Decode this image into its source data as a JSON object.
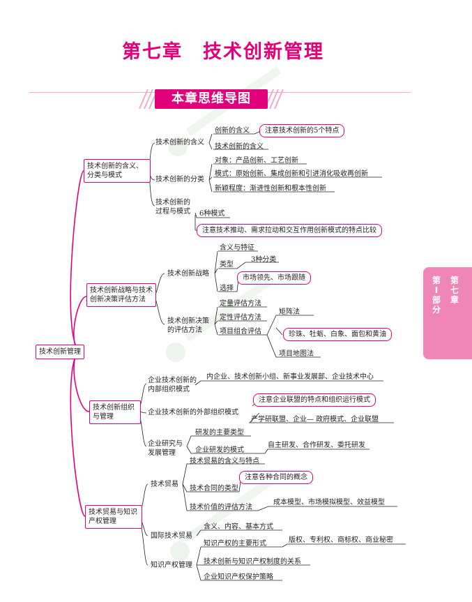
{
  "chapter_title": "第七章　技术创新管理",
  "banner": "本章思维导图",
  "side_tab": {
    "part": "第Ⅰ部分",
    "chapter": "第七章"
  },
  "root": "技术创新管理",
  "branches": {
    "b1": {
      "label": "技术创新的含义、分类与模式",
      "c1": {
        "label": "技术创新的含义",
        "i1": "创新的含义",
        "i2": "技术创新的含义",
        "note": "注意技术创新的5个特点"
      },
      "c2": {
        "label": "技术创新的分类",
        "i1": "对象：产品创新、工艺创新",
        "i2": "模式：原始创新、集成创新和引进消化吸收再创新",
        "i3": "新颖程度：渐进性创新和根本性创新"
      },
      "c3": {
        "label": "技术创新的过程与模式",
        "i1": "6种模式",
        "note": "注意技术推动、需求拉动和交互作用创新模式的特点比较"
      }
    },
    "b2": {
      "label": "技术创新战略与技术创新决策评估方法",
      "c1": {
        "label": "技术创新战略",
        "i1": "含义与特征",
        "i2": "类型",
        "i2a": "3种分类",
        "i3": "选择",
        "note": "市场领先、市场跟随"
      },
      "c2": {
        "label": "技术创新决策的评估方法",
        "i1": "定量评估方法",
        "i2": "定性评估方法",
        "i3": "项目组合评估",
        "i3a": "矩阵法",
        "i3b": "项目地图法",
        "note": "珍珠、牡蛎、白象、面包和黄油"
      }
    },
    "b3": {
      "label": "技术创新组织与管理",
      "c1": {
        "label": "企业技术创新的内部组织模式",
        "i1": "内企业、技术创新小组、新事业发展部、企业技术中心"
      },
      "c2": {
        "label": "企业技术创新的外部组织模式",
        "note": "注意企业联盟的特点和组织运行模式",
        "i1": "产学研联盟、企业— 政府模式、企业联盟"
      },
      "c3": {
        "label": "企业研究与发展管理",
        "i1": "研发的主要类型",
        "i2": "企业研发的模式",
        "i2a": "自主研发、合作研发、委托研发"
      }
    },
    "b4": {
      "label": "技术贸易与知识产权管理",
      "c1": {
        "label": "技术贸易",
        "i1": "技术贸易的含义与特点",
        "i2": "技术合同的类型",
        "note": "注意各种合同的概念",
        "i3": "技术价值的评估方法",
        "i3a": "成本模型、市场模拟模型、效益模型"
      },
      "c2": {
        "label": "国际技术贸易",
        "i1": "含义、内容、基本方式"
      },
      "c3": {
        "label": "知识产权管理",
        "i1": "知识产权的主要形式",
        "i1a": "版权、专利权、商标权、商业秘密",
        "i2": "技术创新与知识产权制度的关系",
        "i3": "企业知识产权保护策略"
      }
    }
  },
  "colors": {
    "accent": "#e2007a",
    "tab": "#ef86b6",
    "text": "#231f20"
  }
}
